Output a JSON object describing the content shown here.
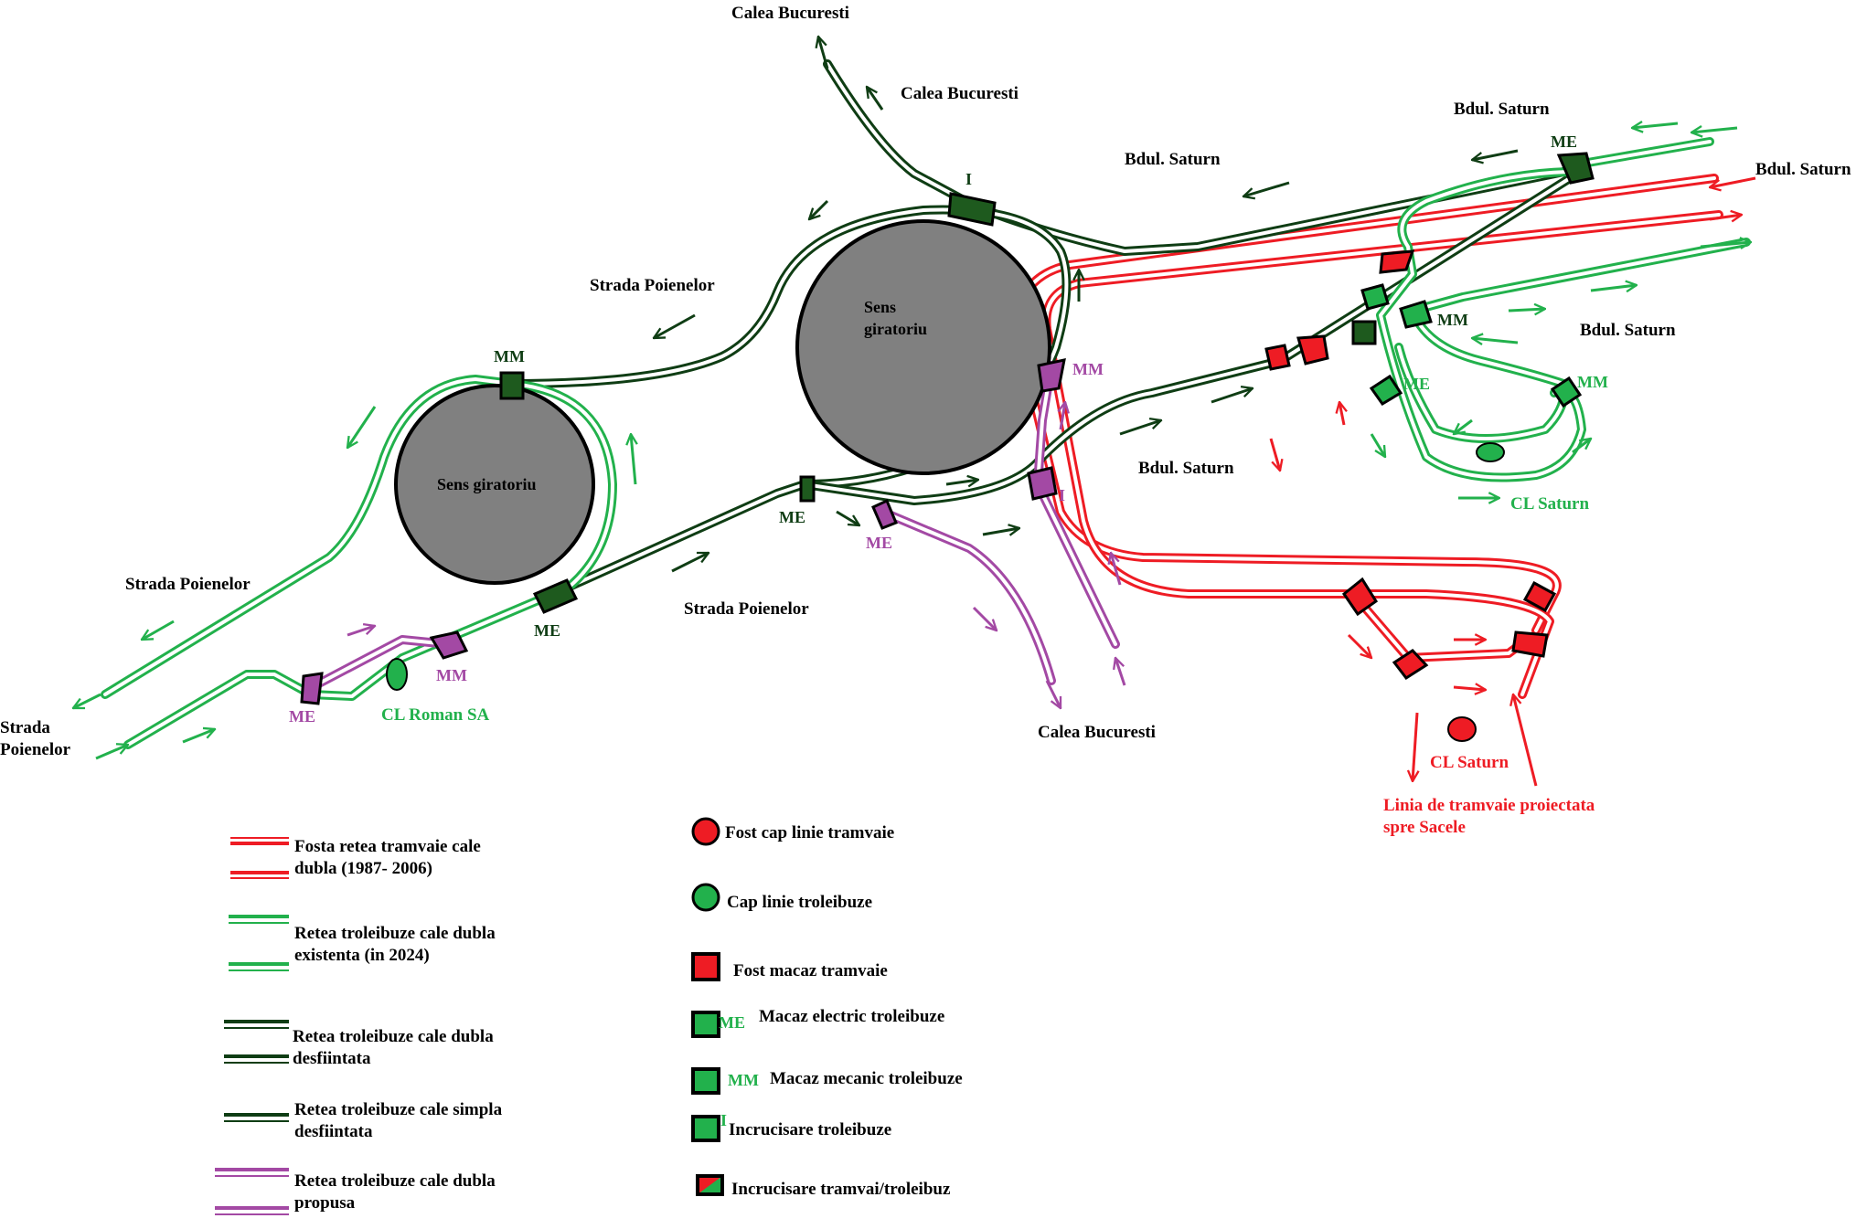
{
  "colors": {
    "tram_red": "#ee1c24",
    "trolley_green": "#22b14c",
    "trolley_dark": "#0f3d14",
    "proposed_purple": "#a349a4",
    "roundabout_gray": "#808080",
    "switch_dark_fill": "#1e5a1e"
  },
  "roundabouts": {
    "big": {
      "line1": "Sens",
      "line2": "giratoriu"
    },
    "small": {
      "label": "Sens giratoriu"
    }
  },
  "streets": {
    "calea_bucuresti_top": "Calea Bucuresti",
    "calea_bucuresti_mid": "Calea Bucuresti",
    "calea_bucuresti_bottom": "Calea Bucuresti",
    "bdul_saturn_1": "Bdul. Saturn",
    "bdul_saturn_2": "Bdul. Saturn",
    "bdul_saturn_3": "Bdul. Saturn",
    "bdul_saturn_4": "Bdul. Saturn",
    "bdul_saturn_5": "Bdul. Saturn",
    "strada_poienelor_1": "Strada Poienelor",
    "strada_poienelor_2": "Strada Poienelor",
    "strada_poienelor_3": "Strada Poienelor",
    "strada_poienelor_left_line1": "Strada",
    "strada_poienelor_left_line2": "Poienelor"
  },
  "terminals": {
    "cl_roman": "CL Roman SA",
    "cl_saturn_trolley": "CL Saturn",
    "cl_saturn_tram": "CL Saturn"
  },
  "projected_line": {
    "line1": "Linia de tramvaie proiectata",
    "line2": "spre Sacele"
  },
  "switch_labels": {
    "mm_small": "MM",
    "me_bottom": "ME",
    "i_top": "I",
    "me_mid": "ME",
    "me_purple_mid": "ME",
    "mm_purple_big": "MM",
    "i_purple": "I",
    "mm_purple_small": "MM",
    "me_purple_small": "ME",
    "me_topright": "ME",
    "mm_right1": "MM",
    "me_right": "ME",
    "mm_right2": "MM"
  },
  "legend": {
    "lines": [
      {
        "text1": "Fosta retea tramvaie cale",
        "text2": "dubla (1987- 2006)"
      },
      {
        "text1": "Retea troleibuze cale dubla",
        "text2": "existenta (in 2024)"
      },
      {
        "text1": "Retea troleibuze cale dubla",
        "text2": "desfiintata"
      },
      {
        "text1": "Retea troleibuze cale simpla",
        "text2": "desfiintata"
      },
      {
        "text1": "Retea troleibuze cale dubla",
        "text2": "propusa"
      }
    ],
    "symbols": [
      {
        "label": "Fost cap linie tramvaie"
      },
      {
        "label": "Cap linie troleibuze"
      },
      {
        "label": "Fost macaz tramvaie"
      },
      {
        "code": "ME",
        "label": "Macaz electric troleibuze"
      },
      {
        "code": "MM",
        "label": "Macaz mecanic troleibuze"
      },
      {
        "code": "I",
        "label": "Incrucisare troleibuze"
      },
      {
        "label": "Incrucisare tramvai/troleibuz"
      }
    ]
  }
}
